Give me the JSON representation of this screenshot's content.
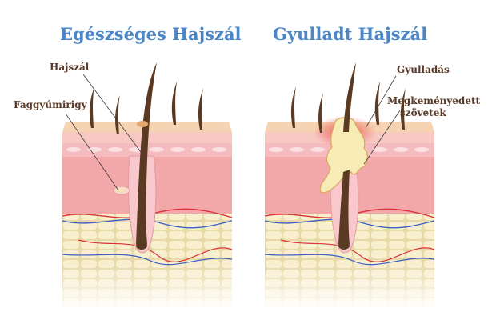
{
  "titles": {
    "healthy": "Egészséges Hajszál",
    "inflamed": "Gyulladt Hajszál"
  },
  "labels": {
    "hair": "Hajszál",
    "sebaceous_gland": "Faggyúmirigy",
    "inflammation": "Gyulladás",
    "hardened_tissue_line1": "Megkeményedett",
    "hardened_tissue_line2": "szövetek"
  },
  "colors": {
    "title": "#4a86c8",
    "label": "#5a3a26",
    "skin_top": "#f6d3b2",
    "dermis": "#f2a7a8",
    "fat": "#f6ecc9",
    "hair": "#5a3a22",
    "pus": "#f8ecb6",
    "inflammation": "#ec5a5a"
  }
}
